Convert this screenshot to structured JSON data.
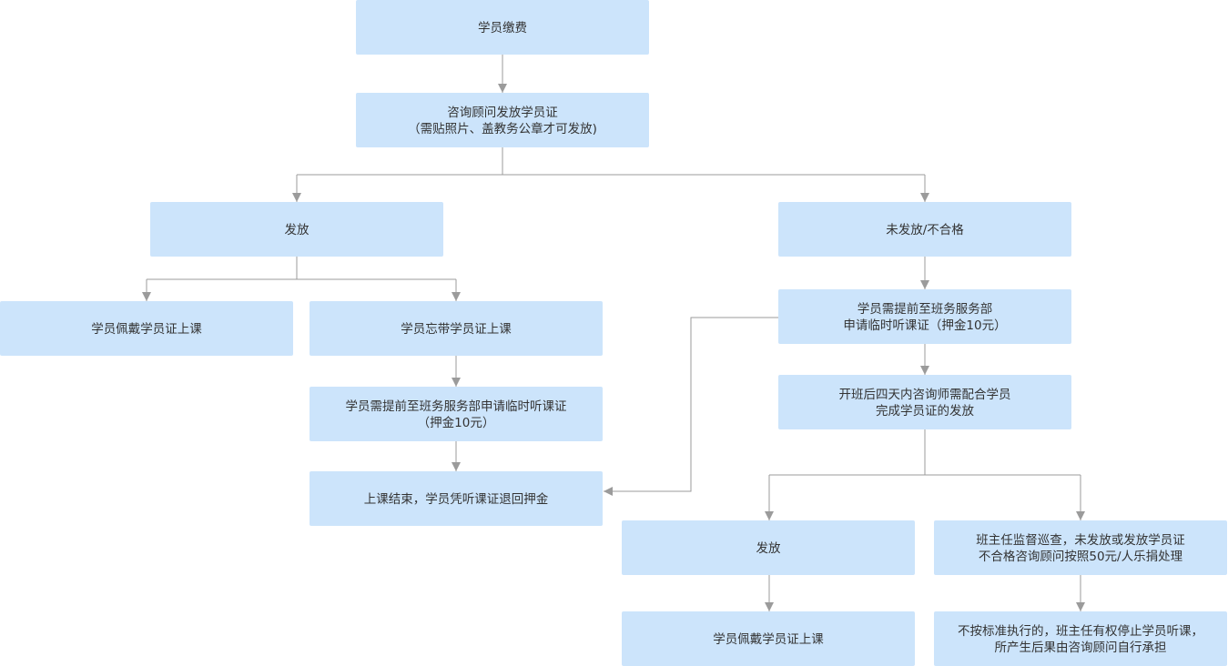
{
  "style": {
    "box_fill": "#cce4fb",
    "line_color": "#9b9b9b",
    "text_color": "#333333"
  },
  "nodes": {
    "payment": [
      "学员缴费"
    ],
    "issue_card": [
      "咨询顾问发放学员证",
      "（需贴照片、盖教务公章才可发放)"
    ],
    "issued": [
      "发放"
    ],
    "not_issued": [
      "未发放/不合格"
    ],
    "wear_card_left": [
      "学员佩戴学员证上课"
    ],
    "forgot_card": [
      "学员忘带学员证上课"
    ],
    "apply_temp_left": [
      "学员需提前至班务服务部申请临时听课证",
      "（押金10元）"
    ],
    "refund": [
      "上课结束，学员凭听课证退回押金"
    ],
    "apply_temp_right": [
      "学员需提前至班务服务部",
      "申请临时听课证（押金10元）"
    ],
    "four_days": [
      "开班后四天内咨询师需配合学员",
      "完成学员证的发放"
    ],
    "issued_right": [
      "发放"
    ],
    "supervise": [
      "班主任监督巡查，未发放或发放学员证",
      "不合格咨询顾问按照50元/人乐捐处理"
    ],
    "wear_card_right": [
      "学员佩戴学员证上课"
    ],
    "stop_class": [
      "不按标准执行的，班主任有权停止学员听课，",
      "所产生后果由咨询顾问自行承担"
    ]
  }
}
